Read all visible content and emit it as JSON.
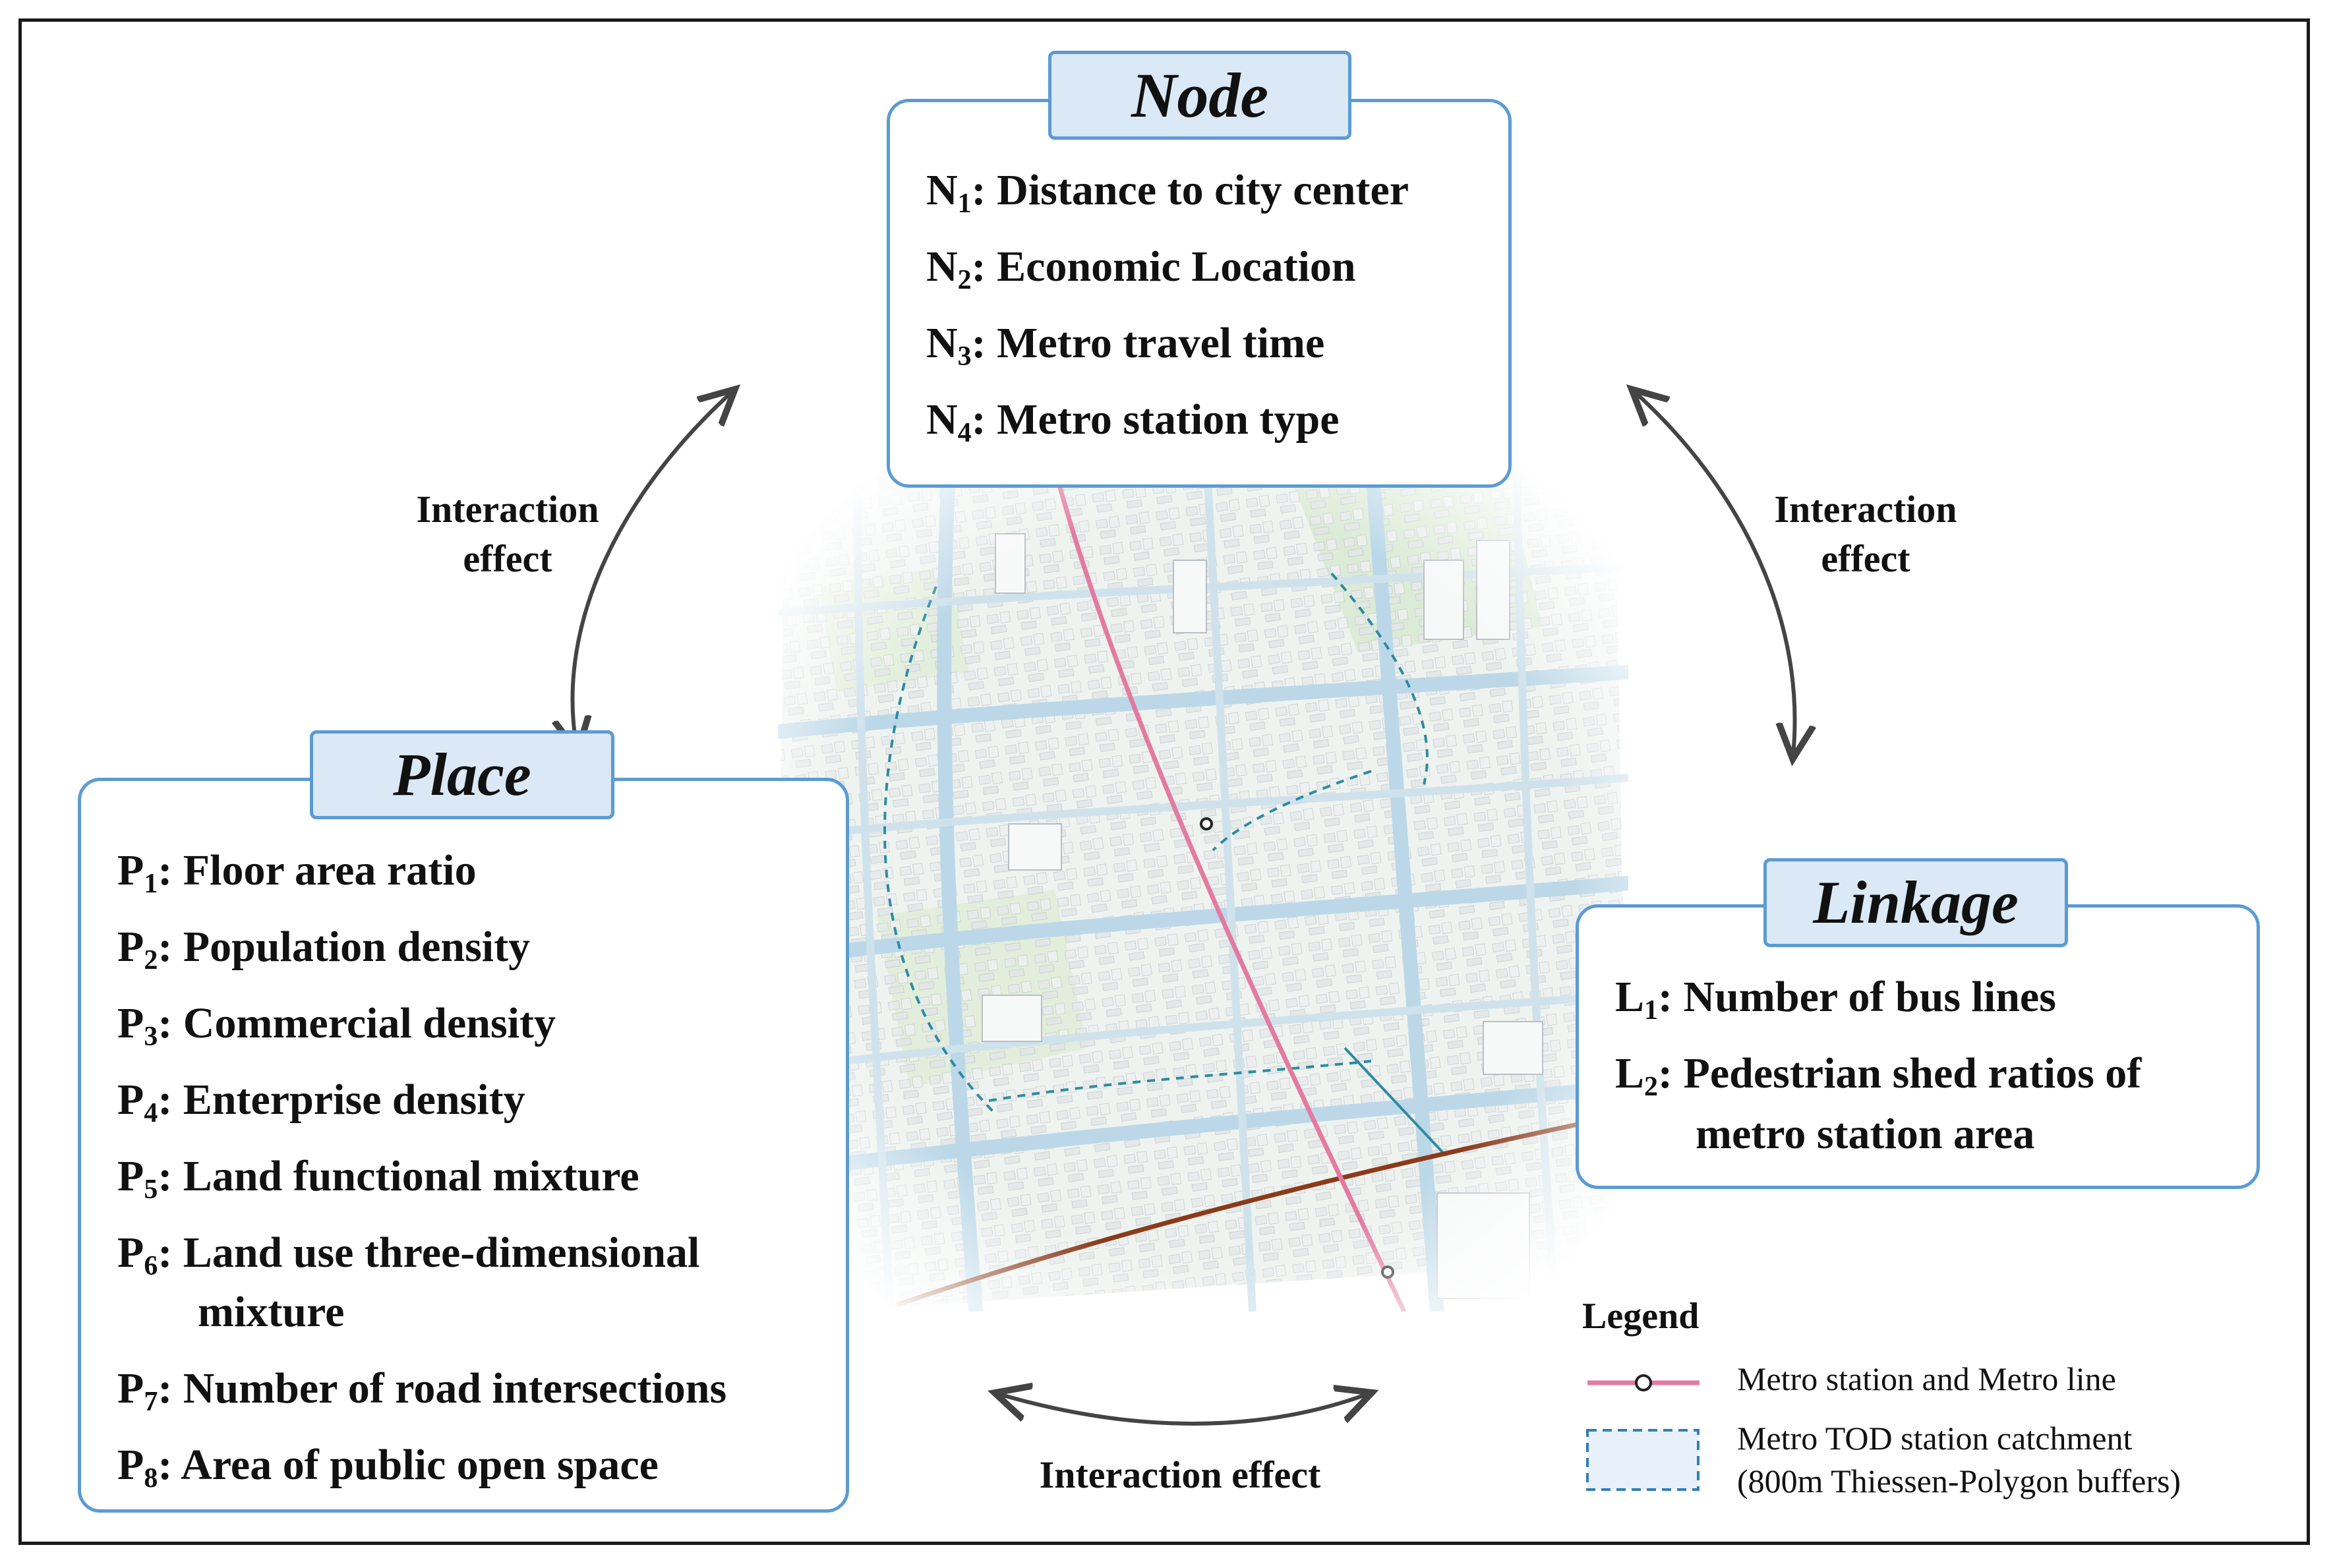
{
  "node": {
    "title": "Node",
    "items": [
      {
        "letter": "N",
        "sub": "1",
        "text": ": Distance to city center"
      },
      {
        "letter": "N",
        "sub": "2",
        "text": ": Economic Location"
      },
      {
        "letter": "N",
        "sub": "3",
        "text": ": Metro travel time"
      },
      {
        "letter": "N",
        "sub": "4",
        "text": ": Metro station type"
      }
    ]
  },
  "place": {
    "title": "Place",
    "items": [
      {
        "letter": "P",
        "sub": "1",
        "text": ": Floor area ratio"
      },
      {
        "letter": "P",
        "sub": "2",
        "text": ": Population density"
      },
      {
        "letter": "P",
        "sub": "3",
        "text": ": Commercial density"
      },
      {
        "letter": "P",
        "sub": "4",
        "text": ": Enterprise density"
      },
      {
        "letter": "P",
        "sub": "5",
        "text": ": Land functional mixture"
      },
      {
        "letter": "P",
        "sub": "6",
        "text": ": Land use three-dimensional",
        "cont": "mixture"
      },
      {
        "letter": "P",
        "sub": "7",
        "text": ": Number of road intersections"
      },
      {
        "letter": "P",
        "sub": "8",
        "text": ": Area of public open space"
      }
    ]
  },
  "linkage": {
    "title": "Linkage",
    "items": [
      {
        "letter": "L",
        "sub": "1",
        "text": ": Number of bus lines"
      },
      {
        "letter": "L",
        "sub": "2",
        "text": ": Pedestrian shed ratios of",
        "cont": "metro station area"
      }
    ]
  },
  "interaction": {
    "left_line1": "Interaction",
    "left_line2": "effect",
    "right_line1": "Interaction",
    "right_line2": "effect",
    "bottom": "Interaction effect"
  },
  "legend": {
    "title": "Legend",
    "metro_label": "Metro station and Metro line",
    "catchment_line1": "Metro TOD station catchment",
    "catchment_line2": "(800m Thiessen-Polygon buffers)"
  },
  "colors": {
    "box_border": "#5b9bd5",
    "title_fill": "#dbe8f5",
    "metro_line": "#e47aa0",
    "catchment": "#2e7fb8",
    "rail": "#8b3a1a"
  }
}
